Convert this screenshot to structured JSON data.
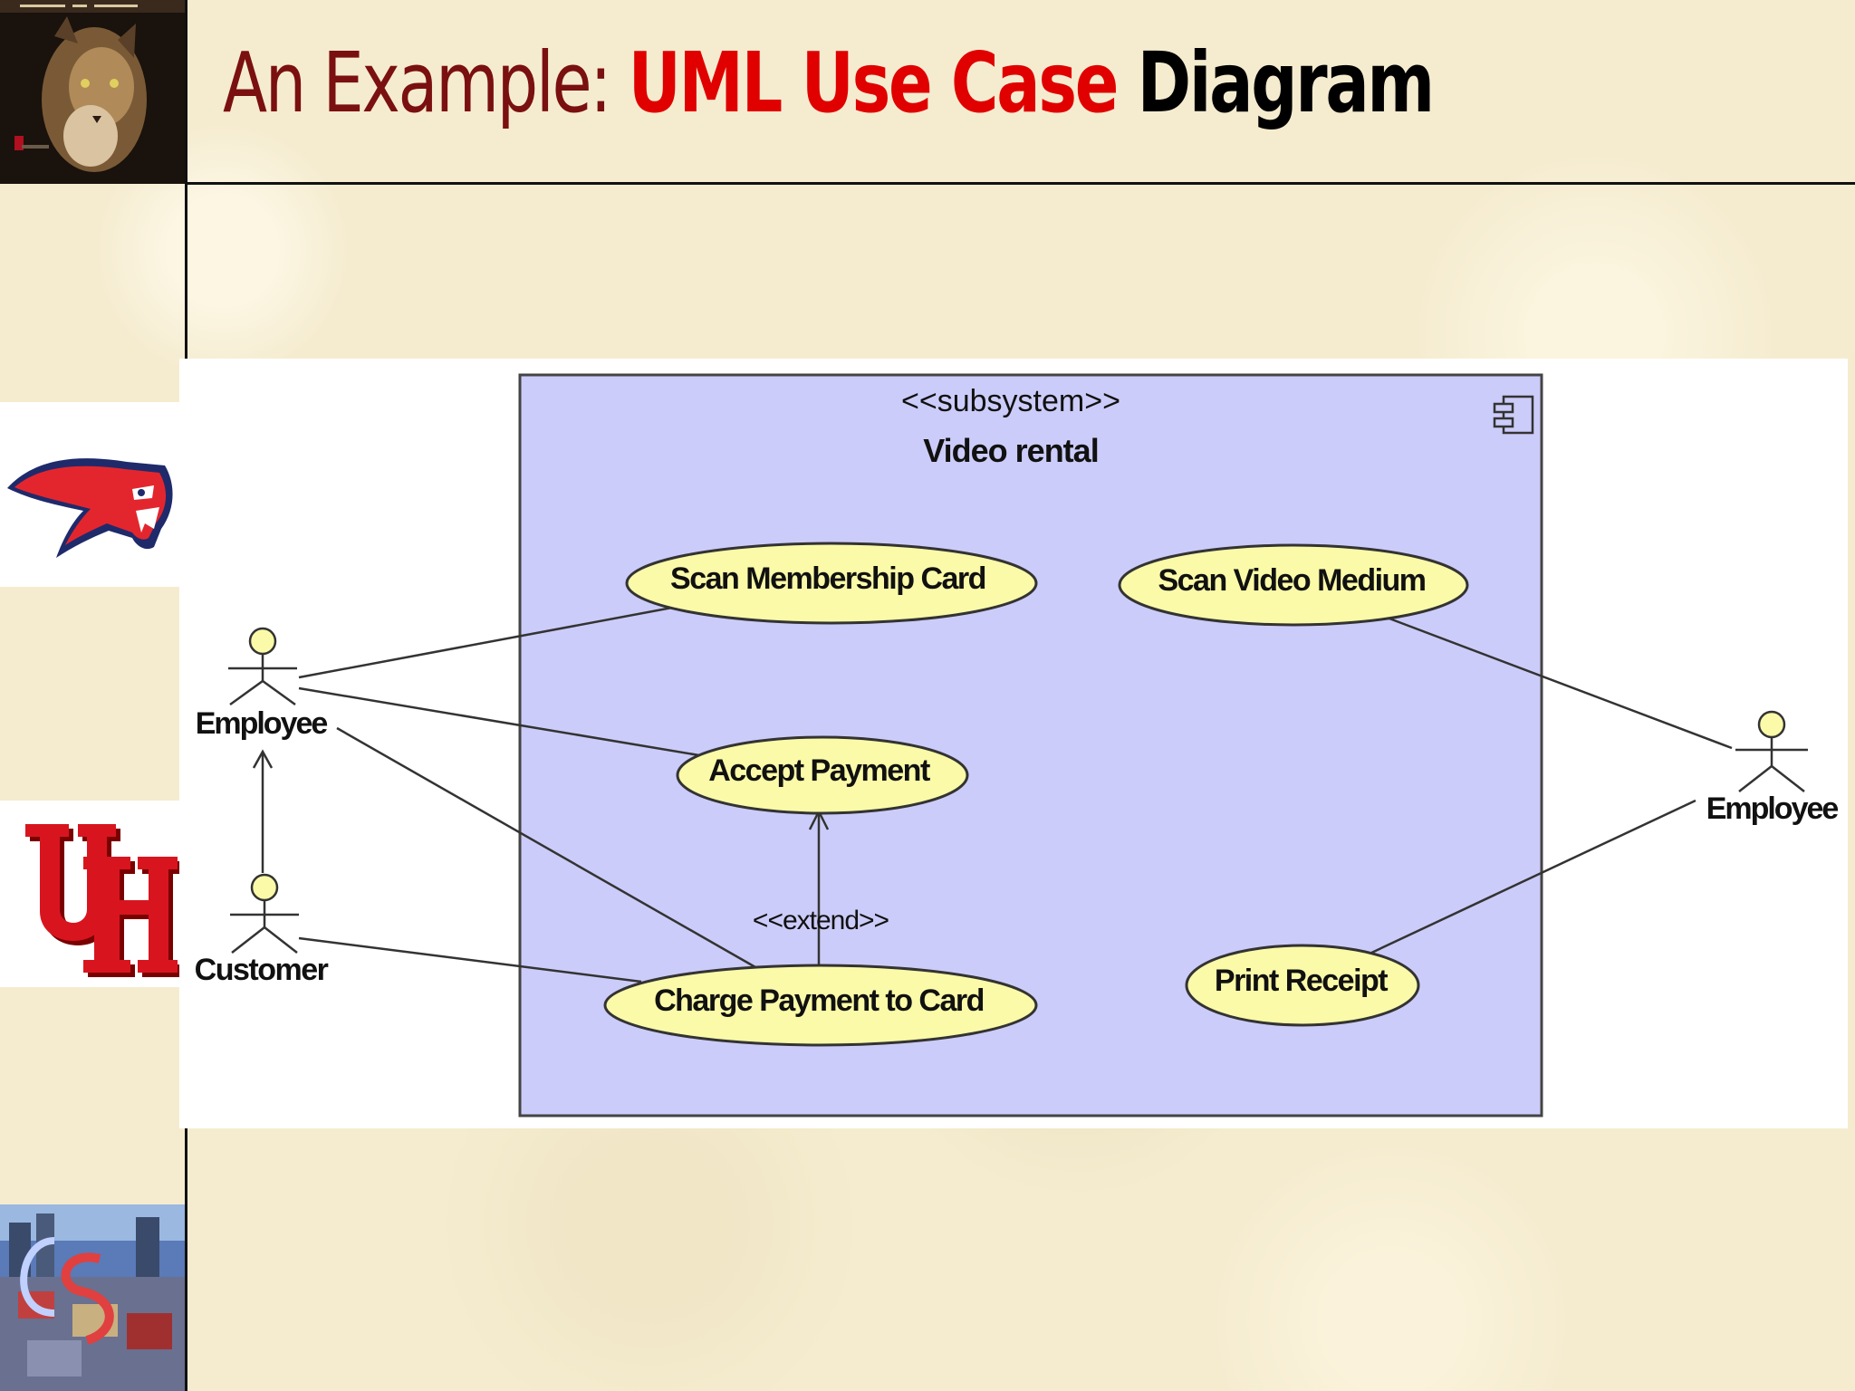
{
  "slide": {
    "title_part1": "An Example: ",
    "title_part2": "UML Use Case",
    "title_part3": " Diagram"
  },
  "diagram": {
    "subsystem": {
      "stereotype": "<<subsystem>>",
      "name": "Video rental"
    },
    "actors": {
      "employee_left": "Employee",
      "customer": "Customer",
      "employee_right": "Employee"
    },
    "use_cases": {
      "scan_membership_card": "Scan Membership Card",
      "scan_video_medium": "Scan Video Medium",
      "accept_payment": "Accept Payment",
      "charge_payment_to_card": "Charge Payment to Card",
      "print_receipt": "Print Receipt"
    },
    "relations": {
      "extend_label": "<<extend>>"
    },
    "colors": {
      "subsystem_fill": "#ccccfa",
      "use_case_fill": "#fafaa8",
      "actor_head_fill": "#fafaa8",
      "stroke": "#333333"
    }
  }
}
